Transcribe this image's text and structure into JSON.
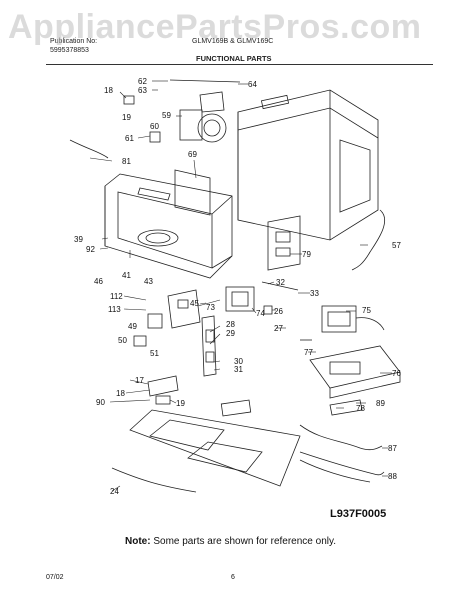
{
  "watermark": "AppliancePartsPros.com",
  "header": {
    "publication": "Publication No:",
    "publication_number": "5995378853",
    "model": "GLMV169B & GLMV169C",
    "title": "FUNCTIONAL PARTS"
  },
  "callouts": [
    "62",
    "63",
    "64",
    "18",
    "19",
    "59",
    "60",
    "61",
    "81",
    "69",
    "39",
    "92",
    "41",
    "46",
    "43",
    "112",
    "113",
    "45",
    "49",
    "50",
    "51",
    "73",
    "74",
    "28",
    "29",
    "30",
    "31",
    "32",
    "33",
    "26",
    "27",
    "17",
    "18",
    "90",
    "19",
    "24",
    "57",
    "79",
    "75",
    "77",
    "76",
    "89",
    "78",
    "87",
    "88"
  ],
  "diagram_id": "L937F0005",
  "note": {
    "label": "Note:",
    "text": "Some parts are shown for reference only."
  },
  "footer": {
    "date": "07/02",
    "page": "6"
  }
}
